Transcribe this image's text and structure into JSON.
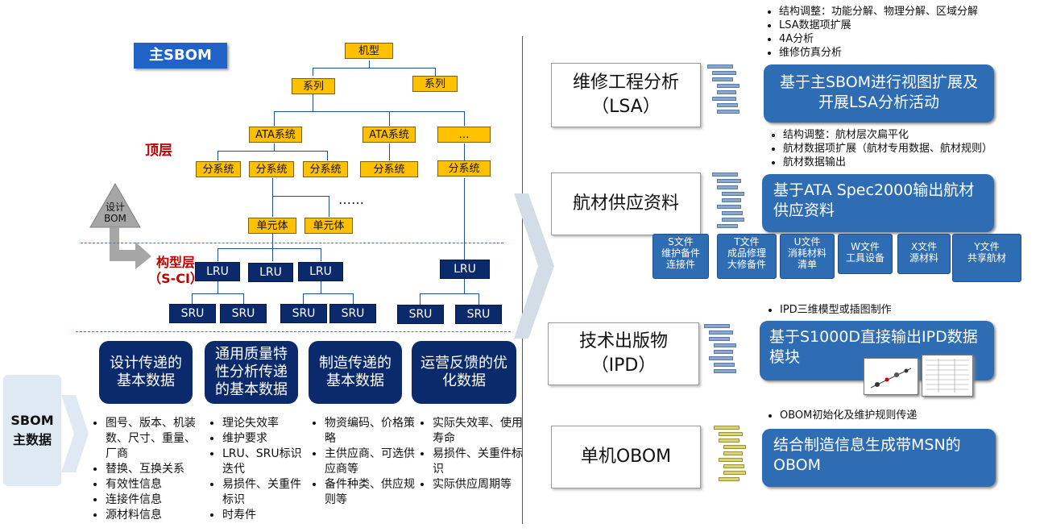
{
  "left": {
    "main_sbom": "主SBOM",
    "design_sbom": "设计\nBOM",
    "top_layer": "顶层",
    "config_layer_line1": "构型层",
    "config_layer_line2": "（S-CI）",
    "tree": {
      "root": "机型",
      "series": [
        "系列",
        "系列"
      ],
      "ata": [
        "ATA系统",
        "ATA系统",
        "…"
      ],
      "subsystems": [
        "分系统",
        "分系统",
        "分系统",
        "分系统",
        "分系统"
      ],
      "ellipsis": "……",
      "units": [
        "单元体",
        "单元体"
      ],
      "lru": [
        "LRU",
        "LRU",
        "LRU",
        "LRU"
      ],
      "sru": [
        "SRU",
        "SRU",
        "SRU",
        "SRU",
        "SRU",
        "SRU"
      ]
    },
    "sbom_main": "SBOM\n主数据",
    "categories": [
      "设计传递的\n基本数据",
      "通用质量特\n性分析传递\n的基本数据",
      "制造传递的\n基本数据",
      "运营反馈的优\n化数据"
    ],
    "lists": [
      [
        "图号、版本、机装数、尺寸、重量、厂商",
        "替换、互换关系",
        "有效性信息",
        "连接件信息",
        "源材料信息"
      ],
      [
        "理论失效率",
        "维护要求",
        "LRU、SRU标识迭代",
        "易损件、关重件标识",
        "时寿件"
      ],
      [
        "物资编码、价格策略",
        "主供应商、可选供应商等",
        "备件种类、供应规则等"
      ],
      [
        "实际失效率、使用寿命",
        "易损件、关重件标识",
        "实际供应周期等"
      ]
    ]
  },
  "right": {
    "sections": [
      {
        "title": "维修工程分析\n（LSA）",
        "bullets": [
          "结构调整：功能分解、物理分解、区域分解",
          "LSA数据项扩展",
          "4A分析",
          "维修仿真分析"
        ],
        "blue": "基于主SBOM进行视图扩展及开展LSA分析活动"
      },
      {
        "title": "航材供应资料",
        "bullets": [
          "结构调整：航材层次扁平化",
          "航材数据项扩展（航材专用数据、航材规则）",
          "航材数据输出"
        ],
        "blue": "基于ATA Spec2000输出航材供应资料"
      },
      {
        "title": "技术出版物\n（IPD）",
        "bullets": [
          "IPD三维模型或插图制作"
        ],
        "blue": "基于S1000D直接输出IPD数据模块"
      },
      {
        "title": "单机OBOM",
        "bullets": [
          "OBOM初始化及维护规则传递"
        ],
        "blue": "结合制造信息生成带MSN的OBOM"
      }
    ],
    "files": [
      "S文件\n维护备件\n连接件",
      "T文件\n成品修理\n大修备件",
      "U文件\n消耗材料\n清单",
      "W文件\n工具设备",
      "X文件\n源材料",
      "Y文件\n共享航材"
    ]
  }
}
